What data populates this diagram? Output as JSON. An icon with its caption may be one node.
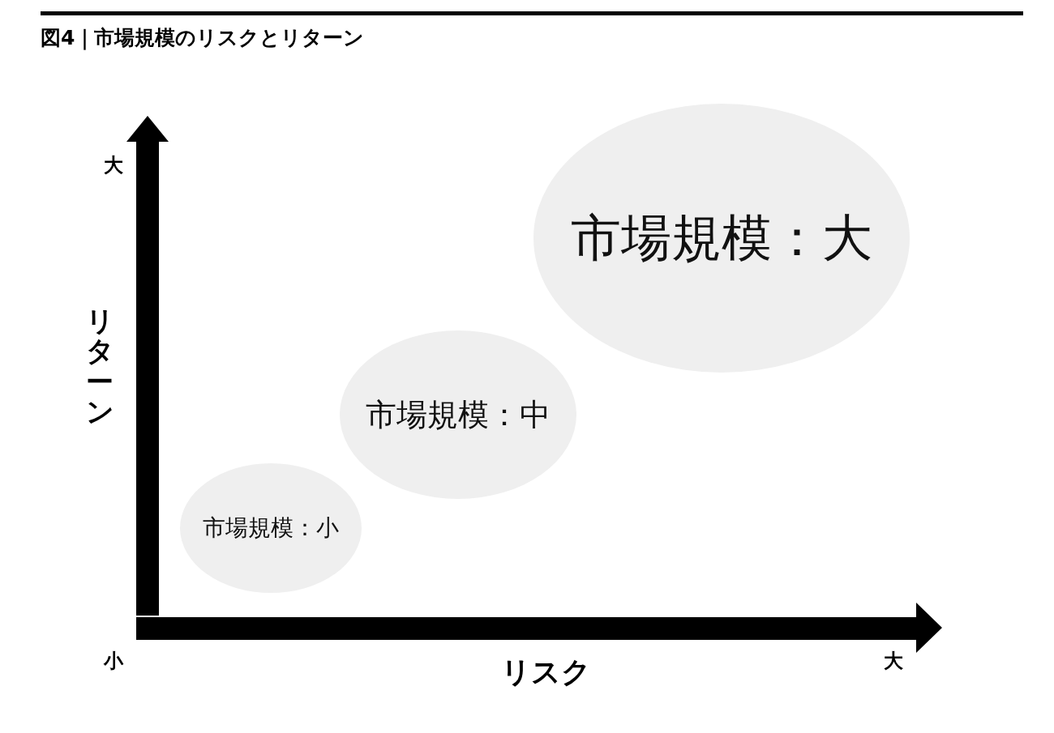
{
  "diagram": {
    "title": "図4｜市場規模のリスクとリターン",
    "nodes": [
      {
        "text": [
          "市場規模：小"
        ]
      },
      {
        "text": [
          "市場規模：中"
        ]
      },
      {
        "text": [
          "市場規模：大"
        ]
      }
    ],
    "labels": [
      "大",
      "リターン",
      "小",
      "リスク",
      "大"
    ]
  }
}
